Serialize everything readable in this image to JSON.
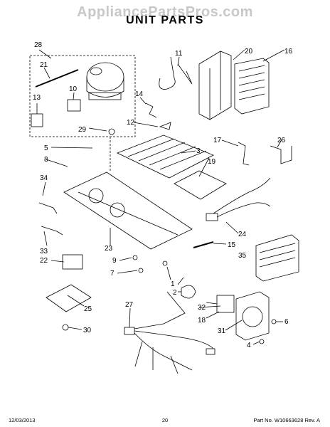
{
  "watermark": "AppliancePartsPros.com",
  "title": "UNIT PARTS",
  "callouts": {
    "c1": "1",
    "c2": "2",
    "c3": "3",
    "c4": "4",
    "c5": "5",
    "c6": "6",
    "c7": "7",
    "c8": "8",
    "c9": "9",
    "c10": "10",
    "c11": "11",
    "c12": "12",
    "c13": "13",
    "c14": "14",
    "c15": "15",
    "c16": "16",
    "c17": "17",
    "c18": "18",
    "c19": "19",
    "c20": "20",
    "c21": "21",
    "c22": "22",
    "c23": "23",
    "c24": "24",
    "c25": "25",
    "c26": "26",
    "c27": "27",
    "c28": "28",
    "c29": "29",
    "c30": "30",
    "c31": "31",
    "c32": "32",
    "c33": "33",
    "c34": "34",
    "c35": "35"
  },
  "footer": {
    "date": "12/03/2013",
    "page": "20",
    "part_no": "Part No. W10663628  Rev. A"
  }
}
